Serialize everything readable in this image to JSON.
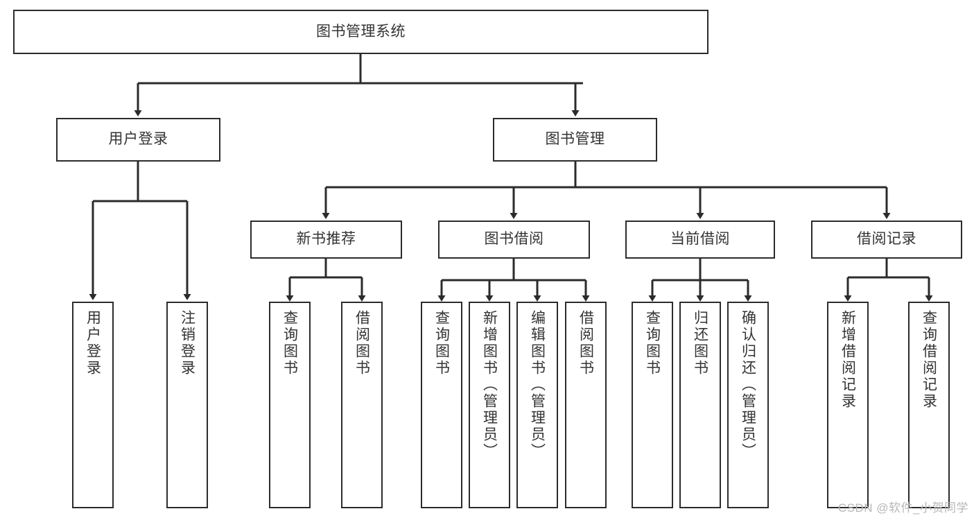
{
  "diagram": {
    "title": "图书管理系统",
    "root": {
      "label": "图书管理系统"
    },
    "level2": [
      {
        "label": "用户登录"
      },
      {
        "label": "图书管理"
      }
    ],
    "level3": [
      {
        "label": "新书推荐"
      },
      {
        "label": "图书借阅"
      },
      {
        "label": "当前借阅"
      },
      {
        "label": "借阅记录"
      }
    ],
    "leaves": {
      "user_login": [
        {
          "label": "用户登录"
        },
        {
          "label": "注销登录"
        }
      ],
      "new_book_recommend": [
        {
          "label": "查询图书"
        },
        {
          "label": "借阅图书"
        }
      ],
      "book_borrow": [
        {
          "label": "查询图书"
        },
        {
          "label": "新增图书（管理员）"
        },
        {
          "label": "编辑图书（管理员）"
        },
        {
          "label": "借阅图书"
        }
      ],
      "current_borrow": [
        {
          "label": "查询图书"
        },
        {
          "label": "归还图书"
        },
        {
          "label": "确认归还（管理员）"
        }
      ],
      "borrow_records": [
        {
          "label": "新增借阅记录"
        },
        {
          "label": "查询借阅记录"
        }
      ]
    },
    "watermark": "CSDN @软件_小贺同学",
    "colors": {
      "stroke": "#2b2b2b",
      "text": "#333333",
      "background": "#ffffff",
      "watermark": "#b7b7b7"
    }
  }
}
